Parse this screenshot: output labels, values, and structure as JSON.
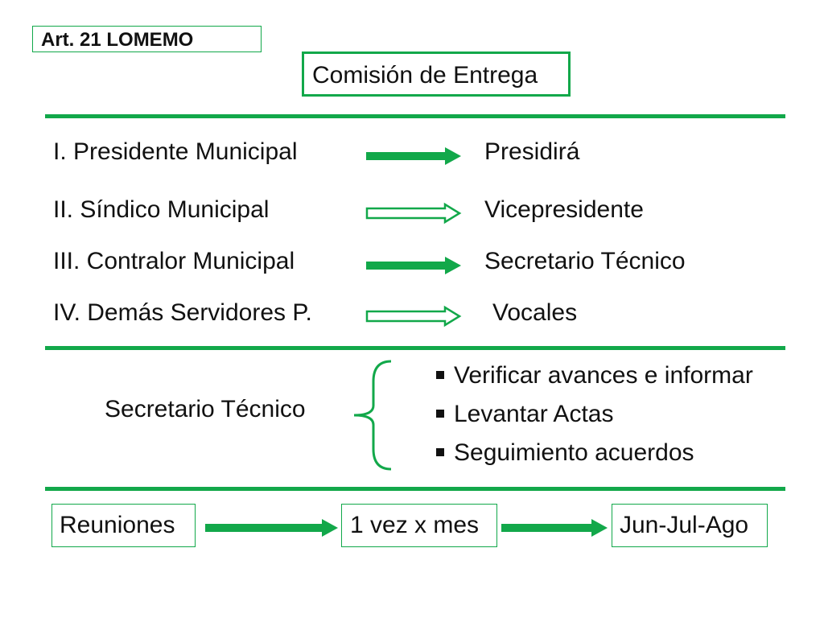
{
  "colors": {
    "accent": "#12a84a",
    "text": "#111111",
    "background": "#ffffff"
  },
  "header": {
    "article_label": "Art. 21 LOMEMO",
    "title": "Comisión de Entrega"
  },
  "roles": [
    {
      "member": "I. Presidente Municipal",
      "arrow": "solid-arrow-icon",
      "role": "Presidirá"
    },
    {
      "member": "II. Síndico Municipal",
      "arrow": "outline-double-arrow-icon",
      "role": "Vicepresidente"
    },
    {
      "member": "III. Contralor Municipal",
      "arrow": "solid-arrow-icon",
      "role": "Secretario Técnico"
    },
    {
      "member": "IV. Demás Servidores P.",
      "arrow": "outline-double-arrow-icon",
      "role": "Vocales"
    }
  ],
  "secretary": {
    "label": "Secretario Técnico",
    "brace_icon": "left-brace-icon",
    "bullet_icon": "square-bullet-icon",
    "duties": [
      "Verificar avances e informar",
      "Levantar Actas",
      "Seguimiento acuerdos"
    ]
  },
  "meetings": {
    "label": "Reuniones",
    "frequency": "1 vez x mes",
    "months": "Jun-Jul-Ago",
    "arrow_icon": "solid-arrow-icon"
  }
}
